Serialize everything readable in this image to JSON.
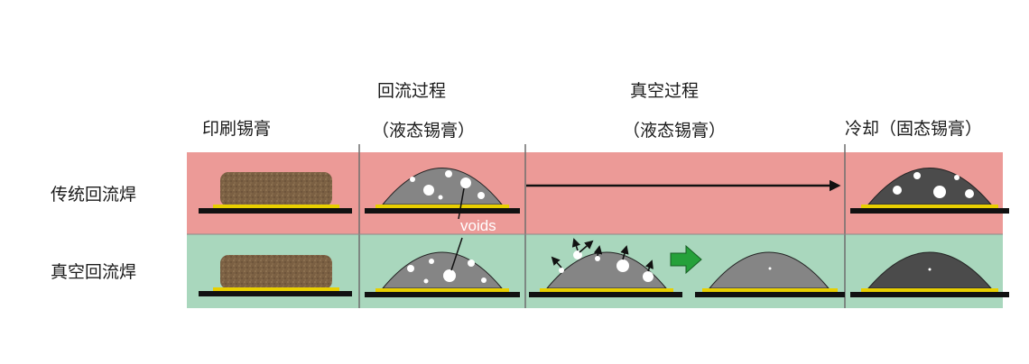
{
  "columns": {
    "print": {
      "label": "印刷锡膏"
    },
    "reflow": {
      "line1": "回流过程",
      "line2": "（液态锡膏）"
    },
    "vacuum": {
      "line1": "真空过程",
      "line2": "（液态锡膏）"
    },
    "cool": {
      "label": "冷却（固态锡膏）"
    }
  },
  "rows": {
    "traditional": {
      "label": "传统回流焊"
    },
    "vacuum": {
      "label": "真空回流焊"
    }
  },
  "annotation": {
    "voids": "voids"
  },
  "colors": {
    "row_traditional_bg": "#ec9a97",
    "row_vacuum_bg": "#a9d7bd",
    "paste": "#7b6043",
    "pad": "#e8cf00",
    "board": "#111111",
    "liquid_solder": "#858585",
    "solid_solder": "#4b4b4b",
    "arrow_green": "#25a13a",
    "divider": "#6f6f6f"
  }
}
